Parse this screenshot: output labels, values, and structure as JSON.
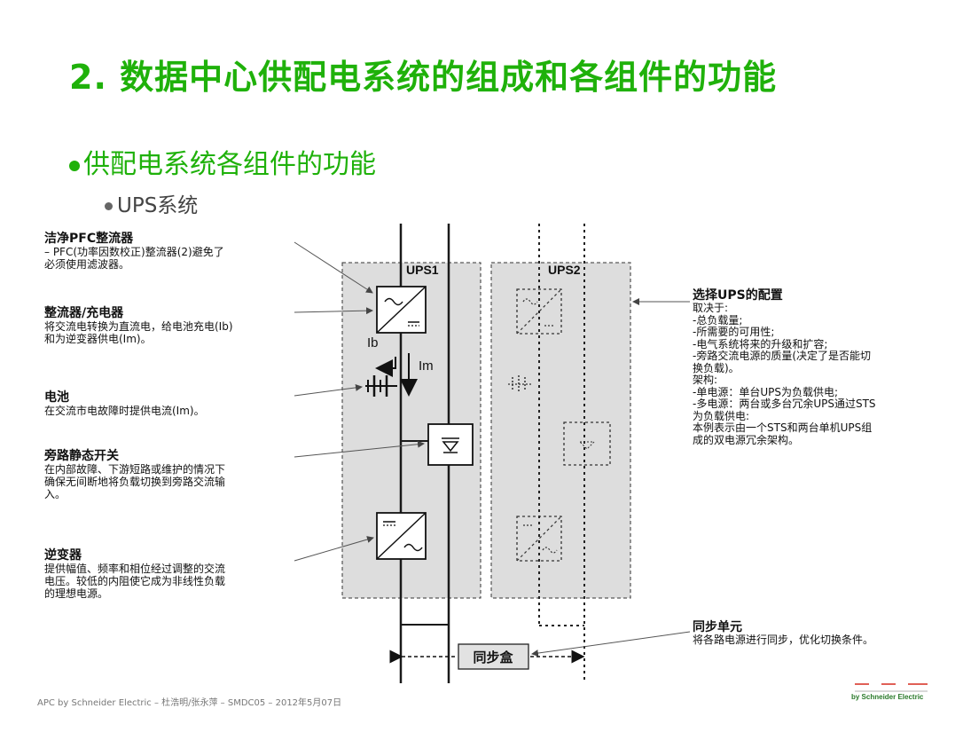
{
  "slide": {
    "title": "2. 数据中心供配电系统的组成和各组件的功能",
    "bullet_1": "供配电系统各组件的功能",
    "bullet_2": "UPS系统"
  },
  "left_labels": [
    {
      "head": "洁净PFC整流器",
      "lines": [
        "– PFC(功率因数校正)整流器(2)避免了",
        "必须使用滤波器。"
      ]
    },
    {
      "head": "整流器/充电器",
      "lines": [
        "将交流电转换为直流电，给电池充电(Ib)",
        "和为逆变器供电(Im)。"
      ]
    },
    {
      "head": "电池",
      "lines": [
        "在交流市电故障时提供电流(Im)。"
      ]
    },
    {
      "head": "旁路静态开关",
      "lines": [
        "在内部故障、下游短路或维护的情况下",
        "确保无间断地将负载切换到旁路交流输",
        "入。"
      ]
    },
    {
      "head": "逆变器",
      "lines": [
        "提供幅值、频率和相位经过调整的交流",
        "电压。较低的内阻使它成为非线性负载",
        "的理想电源。"
      ]
    }
  ],
  "diagram": {
    "ups1_label": "UPS1",
    "ups2_label": "UPS2",
    "current_ib": "Ib",
    "current_im": "Im",
    "sync_box_label": "同步盒"
  },
  "right_config": {
    "head": "选择UPS的配置",
    "lines": [
      "取决于:",
      "-总负载量;",
      "-所需要的可用性;",
      "-电气系统将来的升级和扩容;",
      "-旁路交流电源的质量(决定了是否能切",
      "换负载)。",
      "架构:",
      "-单电源：单台UPS为负载供电;",
      "-多电源：两台或多台冗余UPS通过STS",
      "为负载供电:",
      "本例表示由一个STS和两台单机UPS组",
      "成的双电源冗余架构。"
    ]
  },
  "sync_unit": {
    "head": "同步单元",
    "line": "将各路电源进行同步，优化切换条件。"
  },
  "footer": {
    "text": "APC by Schneider Electric   – 杜浩明/张永萍 – SMDC05 – 2012年5月07日",
    "logo_text": "by Schneider Electric"
  },
  "colors": {
    "title_green": "#1fb10a",
    "panel_gray": "#dddddd",
    "line_dark": "#1a1a1a"
  }
}
